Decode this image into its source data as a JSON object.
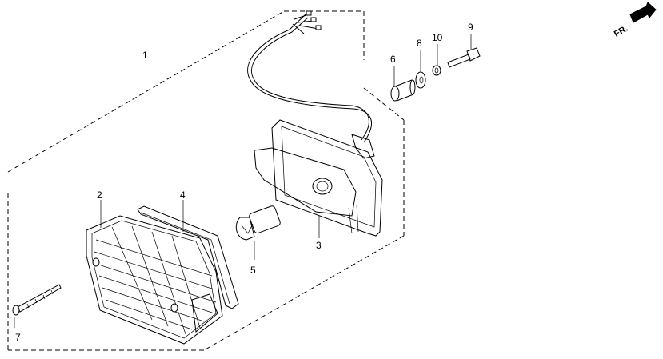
{
  "callouts": {
    "c1": "1",
    "c2": "2",
    "c3": "3",
    "c4": "4",
    "c5": "5",
    "c6": "6",
    "c7": "7",
    "c8": "8",
    "c9": "9",
    "c10": "10"
  },
  "front_indicator": {
    "label": "FR."
  }
}
